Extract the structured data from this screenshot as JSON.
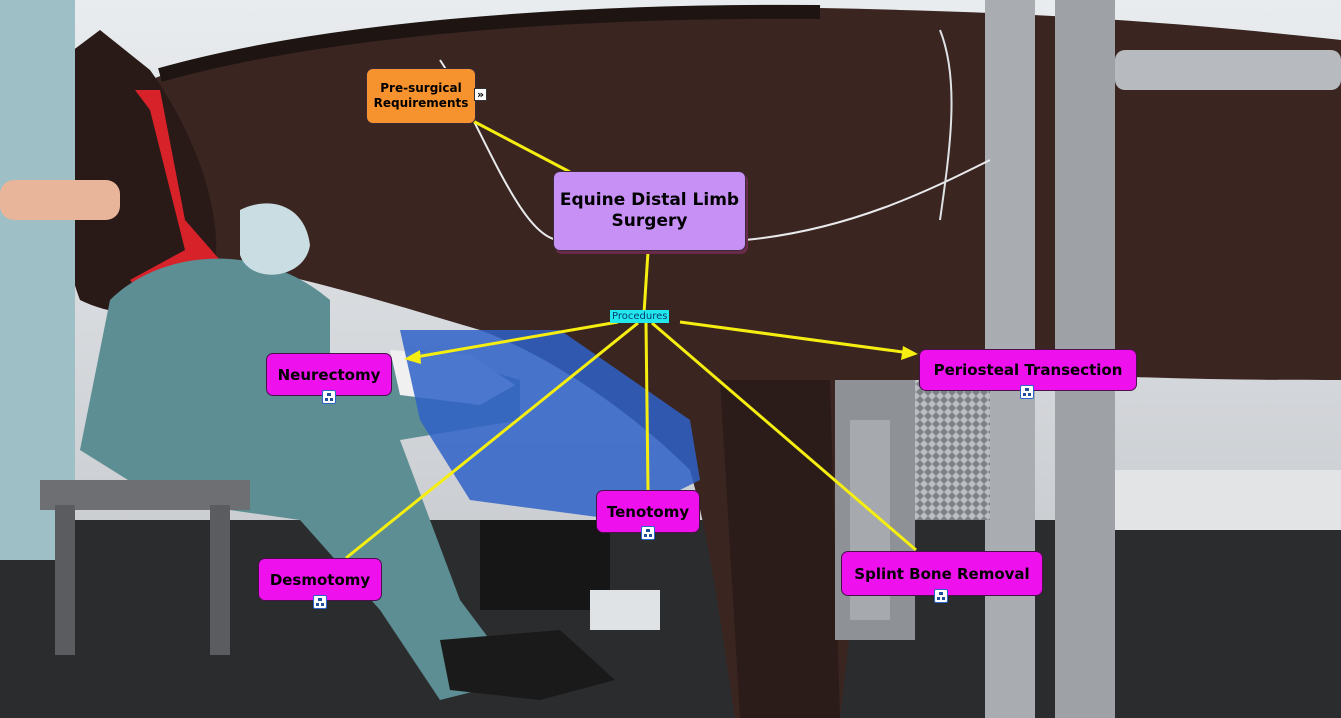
{
  "main_topic": {
    "label": "Equine Distal Limb Surgery"
  },
  "requirements": {
    "label": "Pre-surgical Requirements",
    "expand_icon": "»"
  },
  "link_label": "Procedures",
  "procedures": [
    {
      "label": "Neurectomy",
      "icon": "submap-icon"
    },
    {
      "label": "Periosteal Transection",
      "icon": "submap-icon"
    },
    {
      "label": "Tenotomy",
      "icon": "submap-icon"
    },
    {
      "label": "Desmotomy",
      "icon": "submap-icon"
    },
    {
      "label": "Splint Bone Removal",
      "icon": "submap-icon"
    }
  ],
  "colors": {
    "main_node": "#c690f5",
    "requirements_node": "#f6932e",
    "procedure_node": "#ee11ee",
    "connector": "#f5ee10",
    "link_label_bg": "#22e8ee"
  }
}
